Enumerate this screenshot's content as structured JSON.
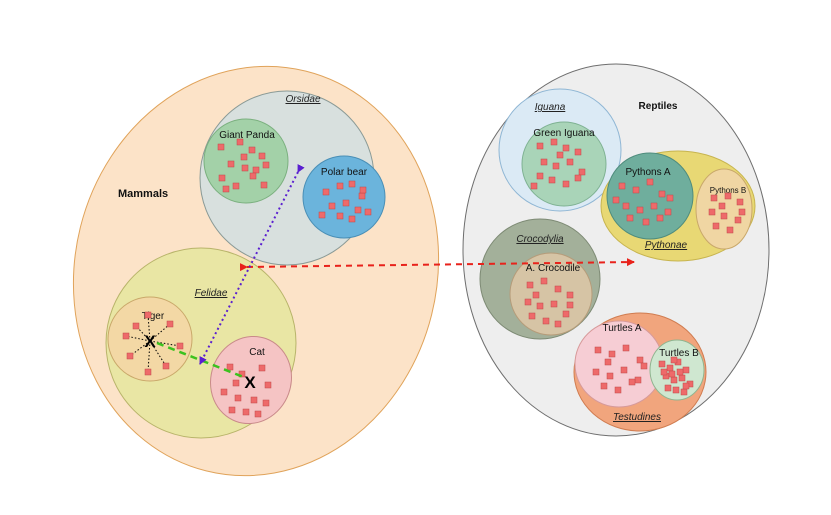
{
  "colors": {
    "mammals_fill": "#fce3c8",
    "mammals_stroke": "#e0a35a",
    "reptiles_fill": "#eeeeee",
    "reptiles_stroke": "#6e6e6e",
    "orsidae_fill": "#d8e0de",
    "felidae_fill": "#e9e6a4",
    "giant_panda_fill": "#a3d1a8",
    "polar_bear_fill": "#6bb4dc",
    "tiger_fill": "#f3d8a5",
    "cat_fill": "#f5c4c4",
    "iguana_fill": "#dbeaf5",
    "green_iguana_fill": "#a9d4b8",
    "pythonae_fill": "#e8d874",
    "pythons_a_fill": "#6fae9d",
    "pythons_b_fill": "#f0d6a3",
    "crocodylia_fill": "#a3b09a",
    "a_crocodile_fill": "#d6c4a5",
    "testudines_fill": "#f1a57d",
    "turtles_a_fill": "#f6cdd4",
    "turtles_b_fill": "#cfe7d0",
    "point_fill": "#ee6a6a",
    "point_stroke": "#c04848",
    "red_arrow": "#e8221b",
    "purple_arrow": "#5a1fd0",
    "green_dash": "#3cc21e"
  },
  "groups": {
    "mammals": "Mammals",
    "reptiles": "Reptiles"
  },
  "families": {
    "orsidae": "Orsidae",
    "felidae": "Felidae",
    "iguana": "Iguana",
    "pythonae": "Pythonae",
    "crocodylia": "Crocodylia",
    "testudines": "Testudines"
  },
  "species": {
    "giant_panda": "Giant Panda",
    "polar_bear": "Polar bear",
    "tiger": "Tiger",
    "cat": "Cat",
    "green_iguana": "Green Iguana",
    "pythons_a": "Pythons A",
    "pythons_b": "Pythons B",
    "a_crocodile": "A. Crocodile",
    "turtles_a": "Turtles A",
    "turtles_b": "Turtles B"
  },
  "markers": {
    "tiger_center": "X",
    "cat_center": "X"
  }
}
